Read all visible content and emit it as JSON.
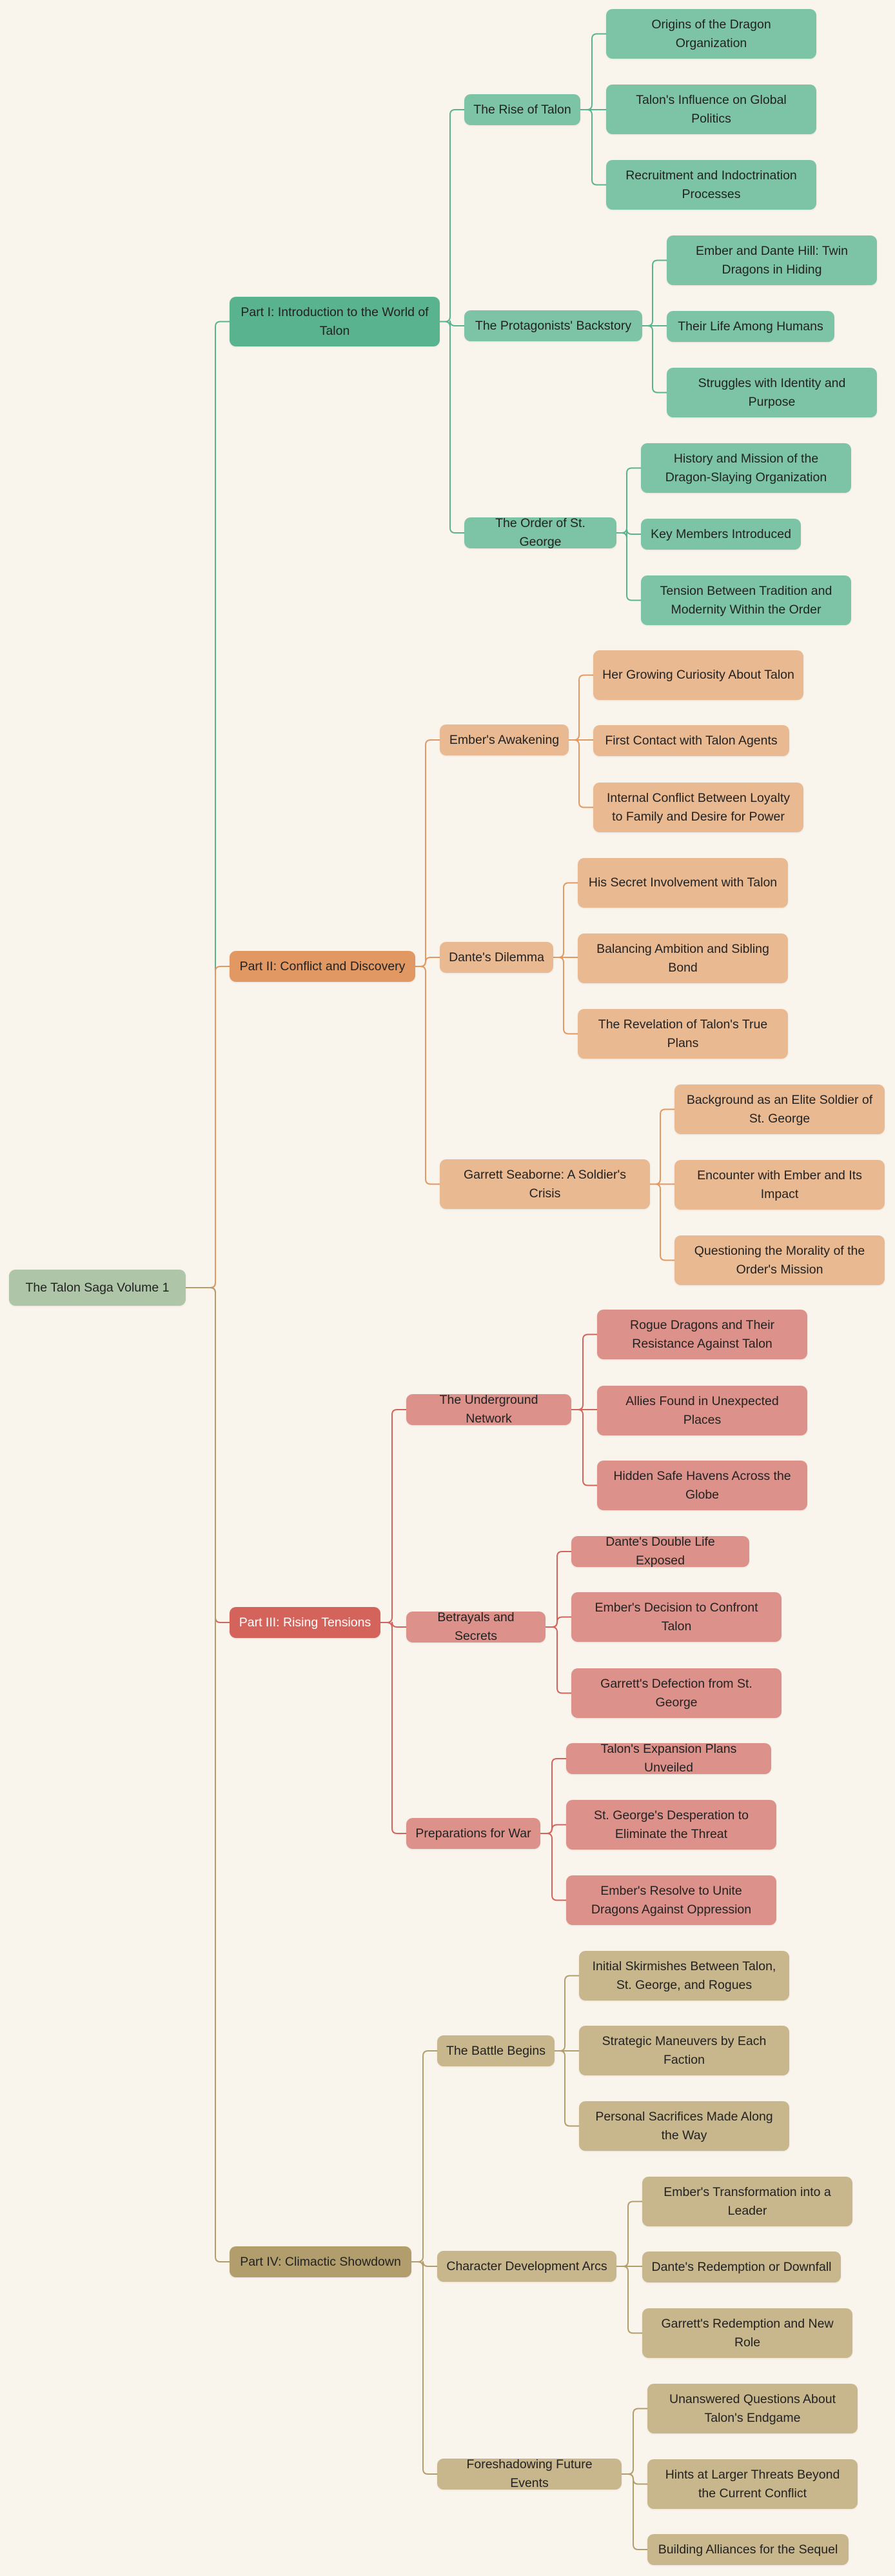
{
  "root": {
    "label": "The Talon Saga Volume 1"
  },
  "colors": {
    "background": "#f9f4ec",
    "part1": "#5ab38f",
    "part2": "#e29862",
    "part3": "#d4635b",
    "part4": "#b29e6c"
  },
  "parts": [
    {
      "label": "Part I: Introduction to the World of Talon",
      "sections": [
        {
          "label": "The Rise of Talon",
          "items": [
            "Origins of the Dragon Organization",
            "Talon's Influence on Global Politics",
            "Recruitment and Indoctrination Processes"
          ]
        },
        {
          "label": "The Protagonists' Backstory",
          "items": [
            "Ember and Dante Hill: Twin Dragons in Hiding",
            "Their Life Among Humans",
            "Struggles with Identity and Purpose"
          ]
        },
        {
          "label": "The Order of St. George",
          "items": [
            "History and Mission of the Dragon-Slaying Organization",
            "Key Members Introduced",
            "Tension Between Tradition and Modernity Within the Order"
          ]
        }
      ]
    },
    {
      "label": "Part II: Conflict and Discovery",
      "sections": [
        {
          "label": "Ember's Awakening",
          "items": [
            "Her Growing Curiosity About Talon",
            "First Contact with Talon Agents",
            "Internal Conflict Between Loyalty to Family and Desire for Power"
          ]
        },
        {
          "label": "Dante's Dilemma",
          "items": [
            "His Secret Involvement with Talon",
            "Balancing Ambition and Sibling Bond",
            "The Revelation of Talon's True Plans"
          ]
        },
        {
          "label": "Garrett Seaborne: A Soldier's Crisis",
          "items": [
            "Background as an Elite Soldier of St. George",
            "Encounter with Ember and Its Impact",
            "Questioning the Morality of the Order's Mission"
          ]
        }
      ]
    },
    {
      "label": "Part III: Rising Tensions",
      "sections": [
        {
          "label": "The Underground Network",
          "items": [
            "Rogue Dragons and Their Resistance Against Talon",
            "Allies Found in Unexpected Places",
            "Hidden Safe Havens Across the Globe"
          ]
        },
        {
          "label": "Betrayals and Secrets",
          "items": [
            "Dante's Double Life Exposed",
            "Ember's Decision to Confront Talon",
            "Garrett's Defection from St. George"
          ]
        },
        {
          "label": "Preparations for War",
          "items": [
            "Talon's Expansion Plans Unveiled",
            "St. George's Desperation to Eliminate the Threat",
            "Ember's Resolve to Unite Dragons Against Oppression"
          ]
        }
      ]
    },
    {
      "label": "Part IV: Climactic Showdown",
      "sections": [
        {
          "label": "The Battle Begins",
          "items": [
            "Initial Skirmishes Between Talon, St. George, and Rogues",
            "Strategic Maneuvers by Each Faction",
            "Personal Sacrifices Made Along the Way"
          ]
        },
        {
          "label": "Character Development Arcs",
          "items": [
            "Ember's Transformation into a Leader",
            "Dante's Redemption or Downfall",
            "Garrett's Redemption and New Role"
          ]
        },
        {
          "label": "Foreshadowing Future Events",
          "items": [
            "Unanswered Questions About Talon's Endgame",
            "Hints at Larger Threats Beyond the Current Conflict",
            "Building Alliances for the Sequel"
          ]
        }
      ]
    }
  ]
}
